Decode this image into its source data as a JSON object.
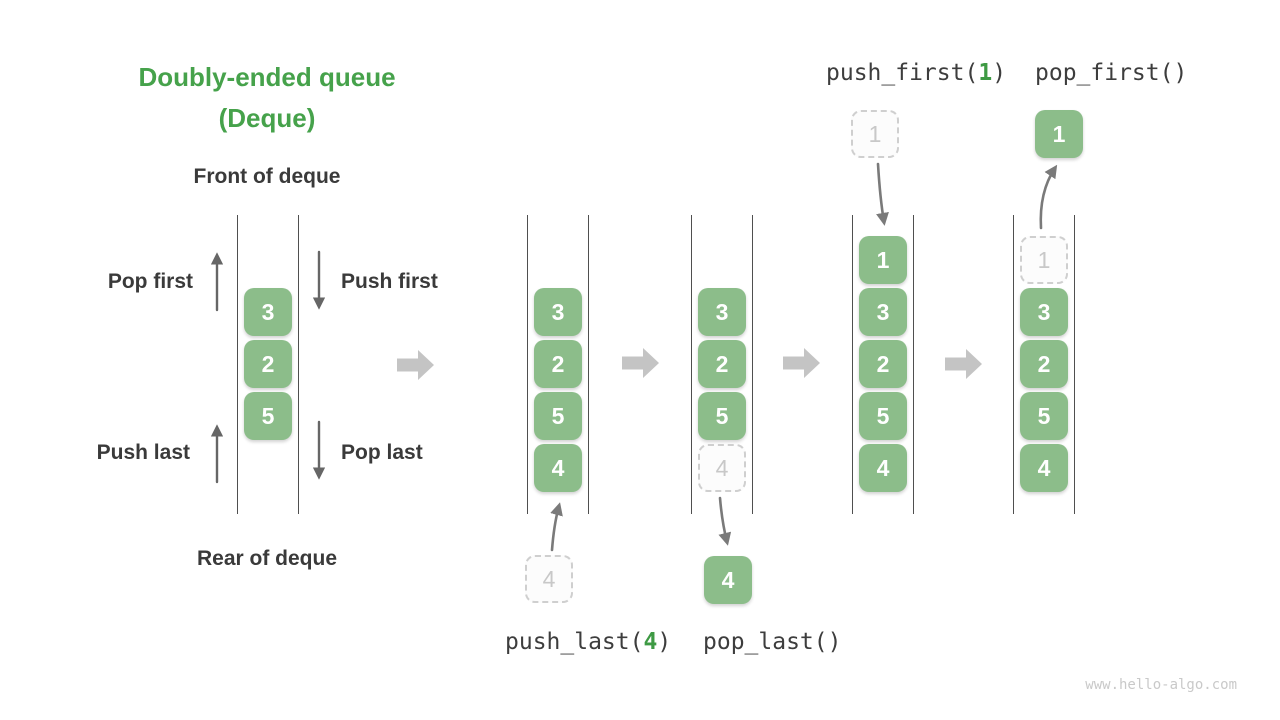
{
  "title": {
    "line1": "Doubly-ended queue",
    "line2": "(Deque)"
  },
  "labels": {
    "front": "Front of deque",
    "rear": "Rear of deque",
    "pop_first": "Pop first",
    "push_first": "Push first",
    "push_last": "Push last",
    "pop_last": "Pop last"
  },
  "operations": {
    "push_last": {
      "prefix": "push_last(",
      "arg": "4",
      "suffix": ")"
    },
    "pop_last": {
      "label": "pop_last()"
    },
    "push_first": {
      "prefix": "push_first(",
      "arg": "1",
      "suffix": ")"
    },
    "pop_first": {
      "label": "pop_first()"
    }
  },
  "queues": [
    {
      "name": "deque-initial",
      "cells": [
        {
          "v": "3"
        },
        {
          "v": "2"
        },
        {
          "v": "5"
        }
      ]
    },
    {
      "name": "deque-after-push-last",
      "cells": [
        {
          "v": "3"
        },
        {
          "v": "2"
        },
        {
          "v": "5"
        },
        {
          "v": "4"
        }
      ]
    },
    {
      "name": "deque-after-pop-last",
      "cells": [
        {
          "v": "3"
        },
        {
          "v": "2"
        },
        {
          "v": "5"
        },
        {
          "v": "4",
          "ghost": true
        }
      ]
    },
    {
      "name": "deque-after-push-first",
      "cells": [
        {
          "v": "1"
        },
        {
          "v": "3"
        },
        {
          "v": "2"
        },
        {
          "v": "5"
        },
        {
          "v": "4"
        }
      ]
    },
    {
      "name": "deque-after-pop-first",
      "cells": [
        {
          "v": "1",
          "ghost": true
        },
        {
          "v": "3"
        },
        {
          "v": "2"
        },
        {
          "v": "5"
        },
        {
          "v": "4"
        }
      ]
    }
  ],
  "floating_cells": {
    "push_last_in": {
      "v": "4",
      "ghost": true
    },
    "pop_last_out": {
      "v": "4",
      "ghost": false
    },
    "push_first_in": {
      "v": "1",
      "ghost": true
    },
    "pop_first_out": {
      "v": "1",
      "ghost": false
    }
  },
  "watermark": "www.hello-algo.com",
  "colors": {
    "title_green": "#46a24b",
    "cell_green": "#8cbd8a",
    "code_green": "#3e9a44",
    "text_dark": "#3a3a3a",
    "arrow_dark": "#666666",
    "block_arrow": "#c4c4c4",
    "ghost_gray": "#c8c8c8"
  }
}
